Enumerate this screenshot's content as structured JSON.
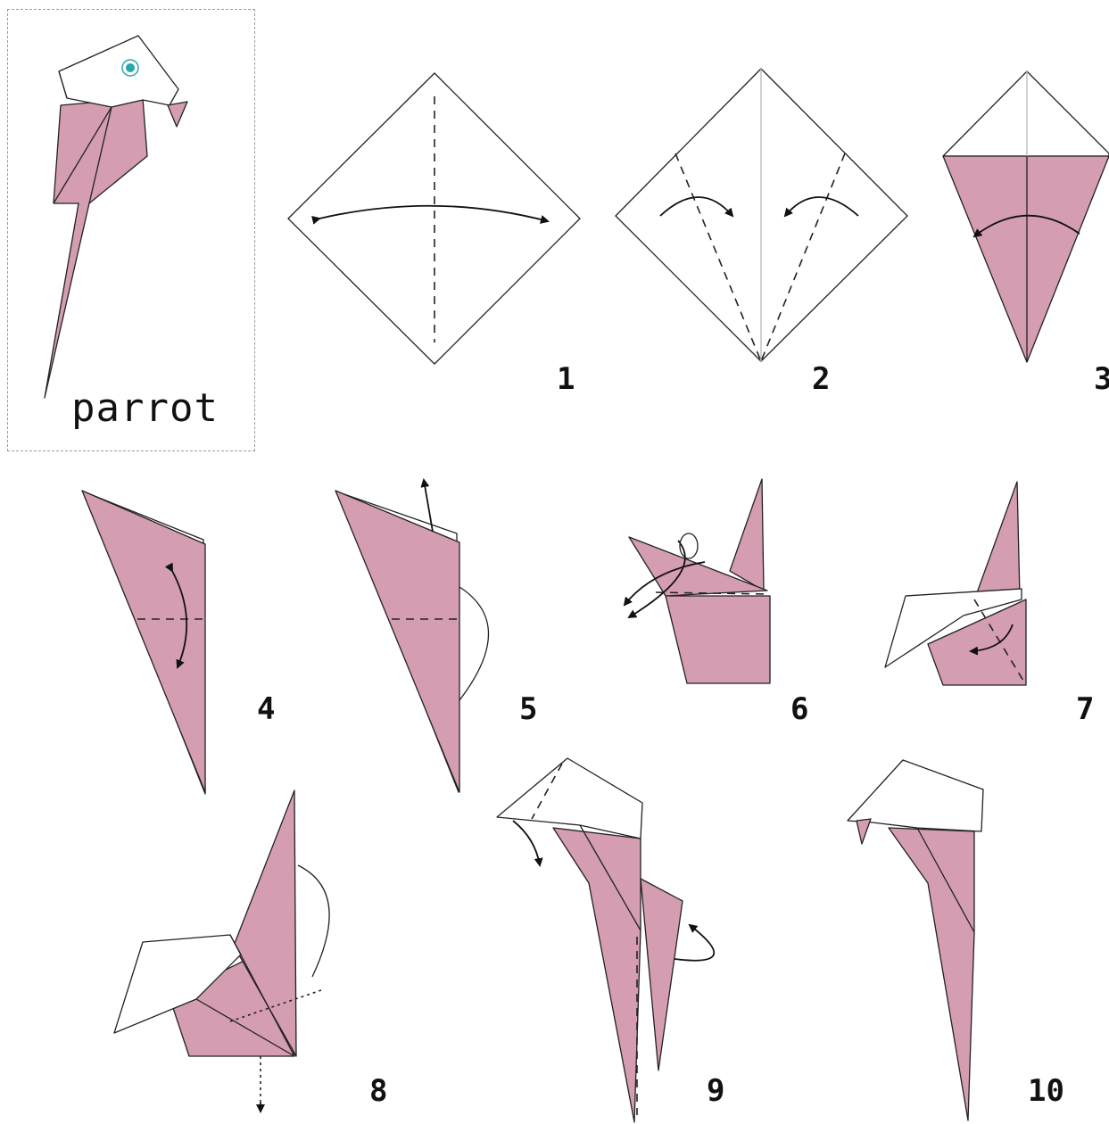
{
  "title": "parrot",
  "steps": [
    {
      "number": "1"
    },
    {
      "number": "2"
    },
    {
      "number": "3"
    },
    {
      "number": "4"
    },
    {
      "number": "5"
    },
    {
      "number": "6"
    },
    {
      "number": "7"
    },
    {
      "number": "8"
    },
    {
      "number": "9"
    },
    {
      "number": "10"
    }
  ],
  "colors": {
    "paper_color": "#d49db2",
    "paper_back": "#ffffff",
    "eye": "#2aa7a7"
  }
}
